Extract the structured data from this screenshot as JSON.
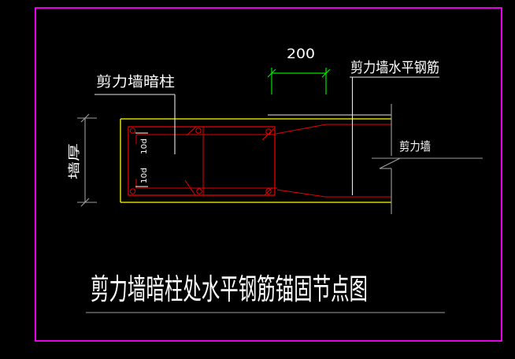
{
  "window": {
    "background": "#000000",
    "border_color": "#ff00ff"
  },
  "drawing": {
    "title": "剪力墙暗柱处水平钢筋锚固节点图",
    "labels": {
      "hidden_column": "剪力墙暗柱",
      "horizontal_rebar": "剪力墙水平钢筋",
      "shear_wall": "剪力墙",
      "wall_thickness": "墙厚",
      "hook_top": "10d",
      "hook_bottom": "10d",
      "dim_200": "200"
    },
    "colors": {
      "rebar_red": "#e80000",
      "wall_edge_yellow": "#ffff00",
      "dimension_green": "#00e400",
      "text_white": "#ffffff",
      "aux_grey": "#9e9e9e",
      "viewport_border_magenta": "#ff00ff"
    }
  }
}
